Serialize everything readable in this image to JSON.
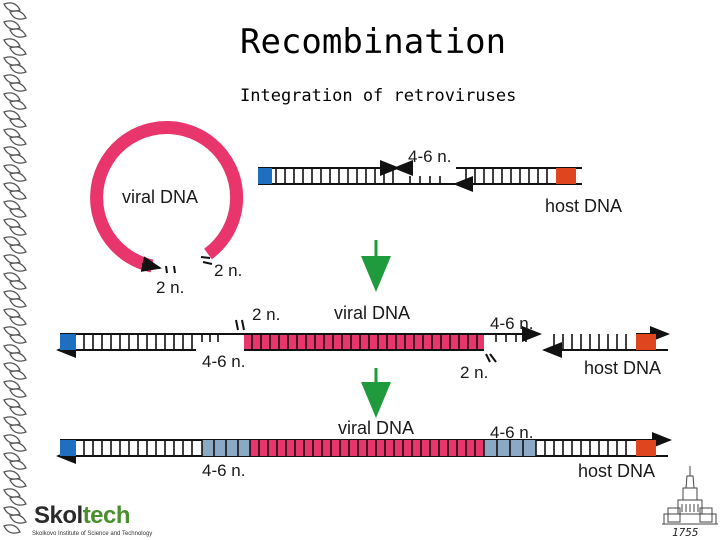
{
  "slide": {
    "title": "Recombination",
    "subtitle": "Integration of retroviruses"
  },
  "labels": {
    "top_viral_dna": "viral DNA",
    "top_host_dna": "host DNA",
    "top_gap": "4-6 n.",
    "ring_end_right": "2 n.",
    "ring_end_left": "2 n.",
    "mid_2n_left": "2 n.",
    "mid_viral_dna": "viral DNA",
    "mid_gap_right": "4-6 n.",
    "mid_gap_left": "4-6 n.",
    "mid_2n_right": "2 n.",
    "mid_host_dna": "host DNA",
    "bottom_viral_dna": "viral DNA",
    "bottom_gap_right": "4-6 n.",
    "bottom_gap_left": "4-6 n.",
    "bottom_host_dna": "host DNA"
  },
  "logo": {
    "word_main": "Skol",
    "word_accent": "tech",
    "tagline": "Skolkovo Institute of Science and Technology"
  },
  "emblem": {
    "year": "1755"
  },
  "colors": {
    "viral": "#e8356b",
    "viral_fill": "#e8356b",
    "host_blue": "#1f6fc0",
    "host_red": "#e0461e",
    "gap_blue": "#8aa9c4",
    "arrow_green": "#1f9a3c",
    "strand": "#111111"
  }
}
